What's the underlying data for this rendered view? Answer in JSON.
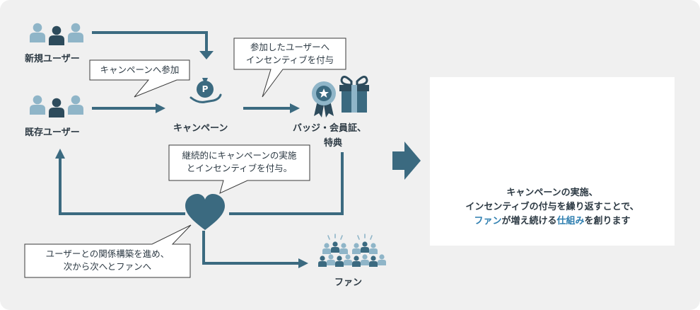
{
  "colors": {
    "primary": "#3b6a80",
    "light": "#8fb5c8",
    "dark": "#2d3a44",
    "accent": "#2f7fb0",
    "background": "#f0f0f0"
  },
  "nodes": {
    "new_users": "新規ユーザー",
    "existing_users": "既存ユーザー",
    "campaign": "キャンペーン",
    "badge_line1": "バッジ・会員証、",
    "badge_line2": "特典",
    "fans": "ファン"
  },
  "bubbles": {
    "join_campaign": "キャンペーンへ参加",
    "incentive_line1": "参加したユーザーへ",
    "incentive_line2": "インセンティブを付与",
    "continuous_line1": "継続的にキャンペーンの実施",
    "continuous_line2": "とインセンティブを付与。",
    "relationship_line1": "ユーザーとの関係構築を進め、",
    "relationship_line2": "次から次へとファンへ"
  },
  "result": {
    "line1": "キャンペーンの実施、",
    "line2": "インセンティブの付与を繰り返すことで、",
    "line3_fan": "ファン",
    "line3_mid": "が増え続ける",
    "line3_system": "仕組み",
    "line3_end": "を創ります"
  },
  "icons": {
    "users": "people-group-icon",
    "campaign": "money-bag-hand-icon",
    "badge": "award-badge-icon",
    "gift": "gift-icon",
    "heart": "heart-icon",
    "fans": "crowd-icon",
    "pyramid": "crowd-pyramid-icon",
    "big_arrow": "arrow-right-icon"
  }
}
